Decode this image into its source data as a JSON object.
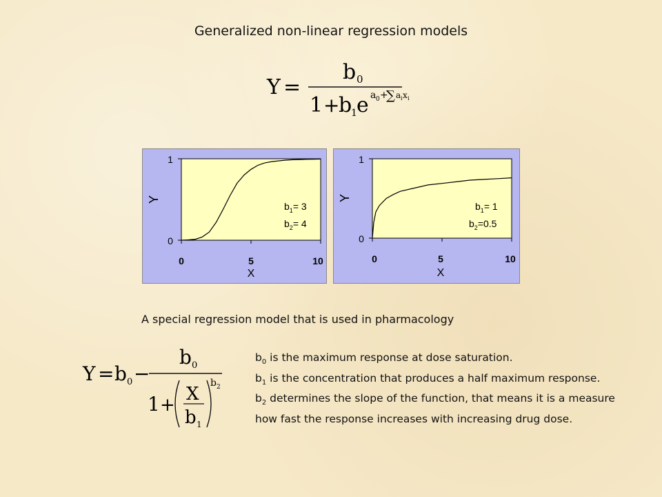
{
  "title": "Generalized non-linear regression models",
  "equation1": {
    "lhs": "Y",
    "eq": "=",
    "numerator": "b",
    "numerator_sub": "0",
    "denominator_one": "1",
    "plus": "+",
    "b": "b",
    "b_sub": "1",
    "e": "e",
    "exp_a": "a",
    "exp_a_sub": "0",
    "exp_plus": "+",
    "exp_sum": "∑",
    "exp_ai": "a",
    "exp_ai_sub": "i",
    "exp_xi": "x",
    "exp_xi_sub": "i"
  },
  "chart_data": [
    {
      "type": "line",
      "title": "",
      "xlabel": "X",
      "ylabel": "Y",
      "xlim": [
        0,
        10
      ],
      "ylim": [
        0,
        1
      ],
      "xticks": [
        "0",
        "5",
        "10"
      ],
      "yticks": [
        "0",
        "1"
      ],
      "annotations": [
        {
          "base": "b",
          "sub": "1",
          "text": "= 3"
        },
        {
          "base": "b",
          "sub": "2",
          "text": "= 4"
        }
      ],
      "series": [
        {
          "x": [
            0,
            0.5,
            1,
            1.5,
            2,
            2.5,
            3,
            3.5,
            4,
            4.5,
            5,
            5.5,
            6,
            6.5,
            7,
            7.5,
            8,
            8.5,
            9,
            9.5,
            10
          ],
          "y": [
            0,
            0.004,
            0.012,
            0.04,
            0.1,
            0.22,
            0.38,
            0.55,
            0.7,
            0.8,
            0.87,
            0.92,
            0.95,
            0.965,
            0.975,
            0.983,
            0.988,
            0.991,
            0.993,
            0.995,
            0.997
          ]
        }
      ]
    },
    {
      "type": "line",
      "title": "",
      "xlabel": "X",
      "ylabel": "Y",
      "xlim": [
        0,
        10
      ],
      "ylim": [
        0,
        1
      ],
      "xticks": [
        "0",
        "5",
        "10"
      ],
      "yticks": [
        "0",
        "1"
      ],
      "annotations": [
        {
          "base": "b",
          "sub": "1",
          "text": "= 1"
        },
        {
          "base": "b",
          "sub": "2",
          "text": "=0.5"
        }
      ],
      "series": [
        {
          "x": [
            0,
            0.1,
            0.25,
            0.5,
            1,
            1.5,
            2,
            3,
            4,
            5,
            6,
            7,
            8,
            9,
            10
          ],
          "y": [
            0,
            0.2,
            0.33,
            0.41,
            0.5,
            0.55,
            0.59,
            0.63,
            0.67,
            0.69,
            0.71,
            0.73,
            0.74,
            0.75,
            0.76
          ]
        }
      ]
    }
  ],
  "subtitle": "A special regression model that is used in pharmacology",
  "equation2": {
    "lhs": "Y",
    "eq": "=",
    "b0": "b",
    "b0_sub": "0",
    "minus": "−",
    "numerator": "b",
    "numerator_sub": "0",
    "one": "1",
    "plus": "+",
    "X": "X",
    "b1": "b",
    "b1_sub": "1",
    "exp_b": "b",
    "exp_b_sub": "2"
  },
  "description": [
    {
      "var": "b",
      "sub": "0",
      "text": " is the maximum response at dose saturation."
    },
    {
      "var": "b",
      "sub": "1",
      "text": " is the concentration that produces a half maximum response."
    },
    {
      "var": "b",
      "sub": "2",
      "text": " determines the slope of the function, that means it is a measure how fast the response increases with increasing drug dose."
    }
  ],
  "colors": {
    "plot_area": "#ffffc0",
    "frame": "#b6b6f0",
    "line": "#000000"
  }
}
